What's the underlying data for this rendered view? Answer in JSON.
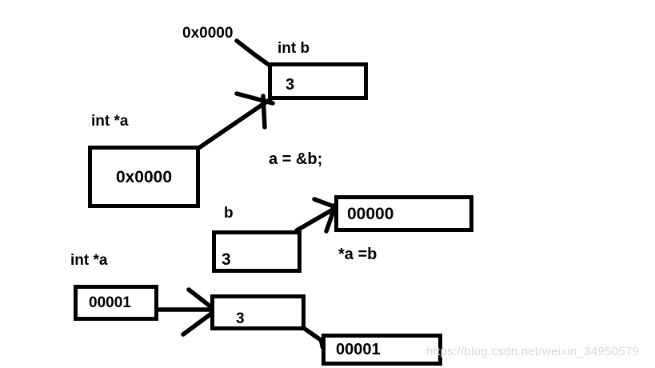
{
  "colors": {
    "ink": "#000000",
    "background": "#ffffff",
    "watermark": "#d9d9d9"
  },
  "step1": {
    "address_label": "0x0000",
    "b_var_label": "int b",
    "b_box_value": "3",
    "a_var_label": "int *a",
    "a_box_value": "0x0000",
    "code": "a = &b;"
  },
  "step2": {
    "b_label": "b",
    "b_box_value": "3",
    "deref_box_value": "00000",
    "code": "*a =b"
  },
  "step3": {
    "a_var_label": "int *a",
    "a_box_value": "00001",
    "b_box_value": "3",
    "copied_box_value": "00001"
  },
  "watermark": "https://blog.csdn.net/weixin_34950579"
}
